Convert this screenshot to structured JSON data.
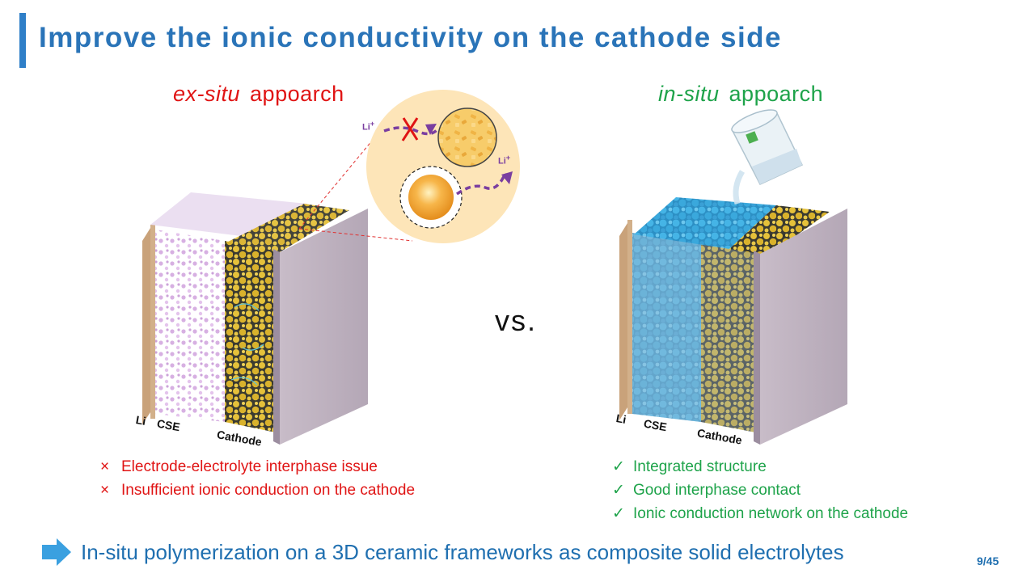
{
  "header": {
    "title": "Improve the ionic conductivity on the cathode side"
  },
  "left": {
    "heading_italic": "ex-situ",
    "heading_rest": "appoarch",
    "labels": {
      "li": "Li",
      "cse": "CSE",
      "cathode": "Cathode"
    },
    "inset_ion_labels": [
      "Li",
      "Li"
    ],
    "cons": [
      {
        "mark": "×",
        "text": "Electrode-electrolyte interphase issue"
      },
      {
        "mark": "×",
        "text": "Insufficient ionic conduction on the cathode"
      }
    ]
  },
  "right": {
    "heading_italic": "in-situ",
    "heading_rest": "appoarch",
    "labels": {
      "li": "Li",
      "cse": "CSE",
      "cathode": "Cathode"
    },
    "pros": [
      {
        "mark": "✓",
        "text": "Integrated structure"
      },
      {
        "mark": "✓",
        "text": "Good interphase contact"
      },
      {
        "mark": "✓",
        "text": "Ionic conduction network on the cathode"
      }
    ]
  },
  "center": {
    "vs": "vs."
  },
  "footer": {
    "summary": "In-situ polymerization on a 3D ceramic frameworks as composite solid electrolytes",
    "page": "9/45"
  },
  "colors": {
    "title_blue": "#2a74b8",
    "exsitu_red": "#e01414",
    "insitu_green": "#1ea34a",
    "cse_purple": "#c48ad6",
    "cathode_yellow": "#e5c13a",
    "polymer_blue": "#3aa8dc",
    "arrow_blue": "#3aa0e0"
  }
}
